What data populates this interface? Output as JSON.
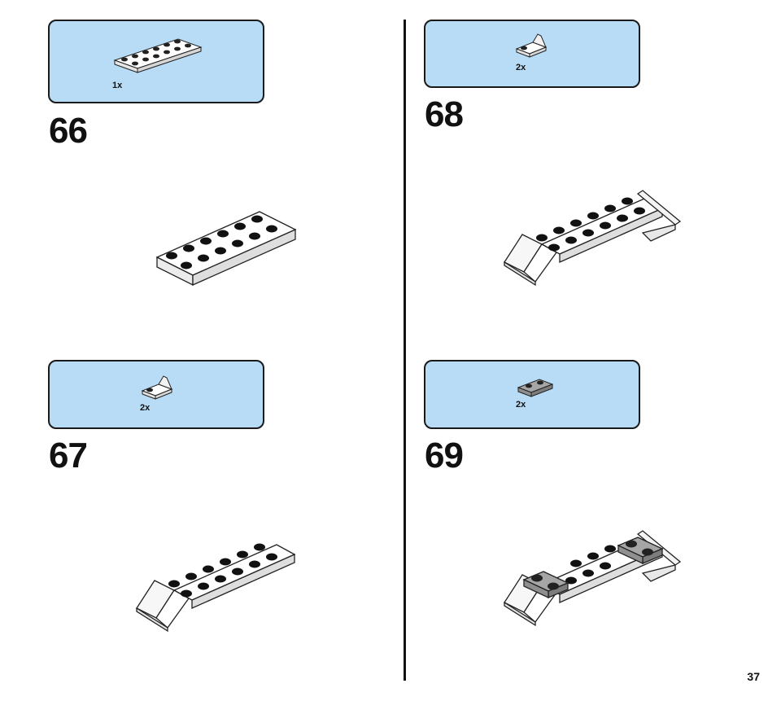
{
  "steps": [
    {
      "number": "66",
      "parts": [
        {
          "quantity": "1x",
          "piece": "white-plate-2x6"
        }
      ]
    },
    {
      "number": "67",
      "parts": [
        {
          "quantity": "2x",
          "piece": "white-bracket"
        }
      ]
    },
    {
      "number": "68",
      "parts": [
        {
          "quantity": "2x",
          "piece": "white-bracket"
        }
      ]
    },
    {
      "number": "69",
      "parts": [
        {
          "quantity": "2x",
          "piece": "gray-plate-1x2"
        }
      ]
    }
  ],
  "page_number": "37",
  "colors": {
    "parts_box_bg": "#b8dcf6",
    "brick_white": "#ffffff",
    "brick_gray": "#a6a6a6",
    "outline": "#1a1a1a"
  }
}
